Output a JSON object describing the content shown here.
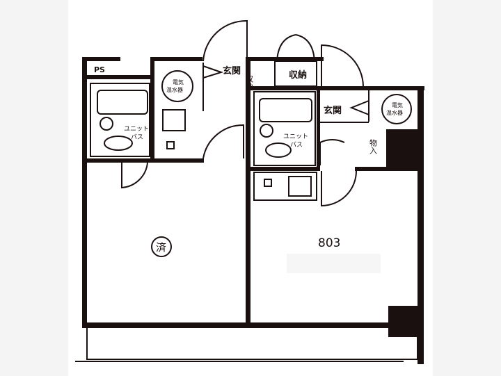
{
  "floorplan": {
    "left_unit": {
      "ps_label": "PS",
      "water_heater_label_1": "電気",
      "water_heater_label_2": "温水器",
      "entrance_label": "玄関",
      "storage_label": "収納",
      "bath_label_1": "ユニット",
      "bath_label_2": "バス",
      "status_mark": "済"
    },
    "right_unit": {
      "unit_number": "803",
      "storage_label": "収納",
      "entrance_label": "玄関",
      "water_heater_label_1": "電気",
      "water_heater_label_2": "温水器",
      "bath_label_1": "ユニット",
      "bath_label_2": "バス",
      "closet_label": "物入"
    }
  }
}
